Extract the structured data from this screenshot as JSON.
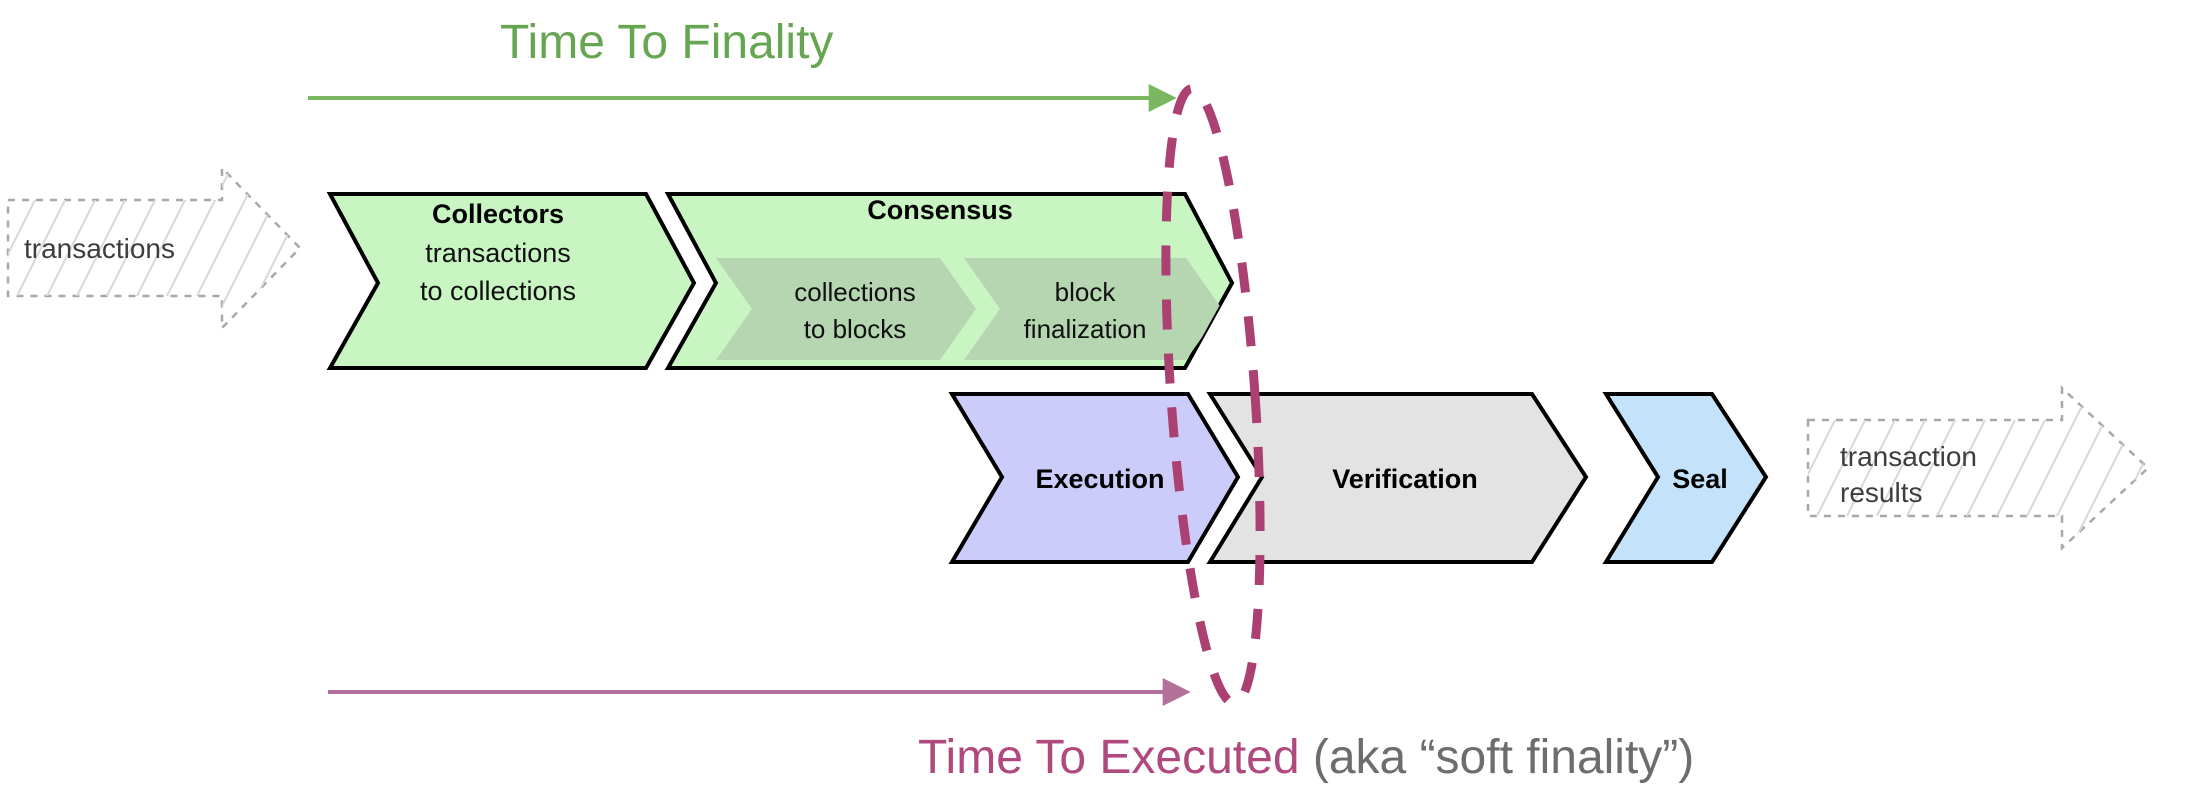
{
  "diagram": {
    "title_top": "Time To Finality",
    "title_bottom_emphasis": "Time To Executed",
    "title_bottom_suffix": " (aka “soft finality”)",
    "colors": {
      "green_accent": "#66a552",
      "purple_accent": "#b04a7e",
      "gray_text": "#6d6d6d",
      "chevron_green_fill": "#c8f5c2",
      "chevron_subchevron_fill": "#b5d6b0",
      "chevron_purple_fill": "#ccccfa",
      "chevron_gray_fill": "#e3e3e3",
      "chevron_blue_fill": "#c5e2fb",
      "ghost_stroke": "#a8a8a8",
      "ellipse_stroke": "#ab4072",
      "arrow_green_stroke": "#7bb661",
      "arrow_purple_stroke": "#b4709b"
    },
    "inputs": [
      {
        "id": "transactions-input",
        "label": "transactions"
      }
    ],
    "outputs": [
      {
        "id": "transaction-results-output",
        "label_line1": "transaction",
        "label_line2": "results"
      }
    ],
    "top_row": [
      {
        "id": "collectors",
        "title": "Collectors",
        "sub_line1": "transactions",
        "sub_line2": "to collections",
        "fill": "#c8f5c2"
      },
      {
        "id": "consensus",
        "title": "Consensus",
        "fill": "#c8f5c2",
        "sub_chevrons": [
          {
            "id": "collections-to-blocks",
            "line1": "collections",
            "line2": "to blocks",
            "fill": "#b5d6b0"
          },
          {
            "id": "block-finalization",
            "line1": "block",
            "line2": "finalization",
            "fill": "#b5d6b0"
          }
        ]
      }
    ],
    "bottom_row": [
      {
        "id": "execution",
        "title": "Execution",
        "fill": "#ccccfa"
      },
      {
        "id": "verification",
        "title": "Verification",
        "fill": "#e3e3e3"
      },
      {
        "id": "seal",
        "title": "Seal",
        "fill": "#c5e2fb"
      }
    ],
    "annotations": {
      "top_arrow_name": "time-to-finality-arrow",
      "bottom_arrow_name": "time-to-executed-arrow",
      "ellipse_name": "finality-boundary-ellipse"
    }
  }
}
